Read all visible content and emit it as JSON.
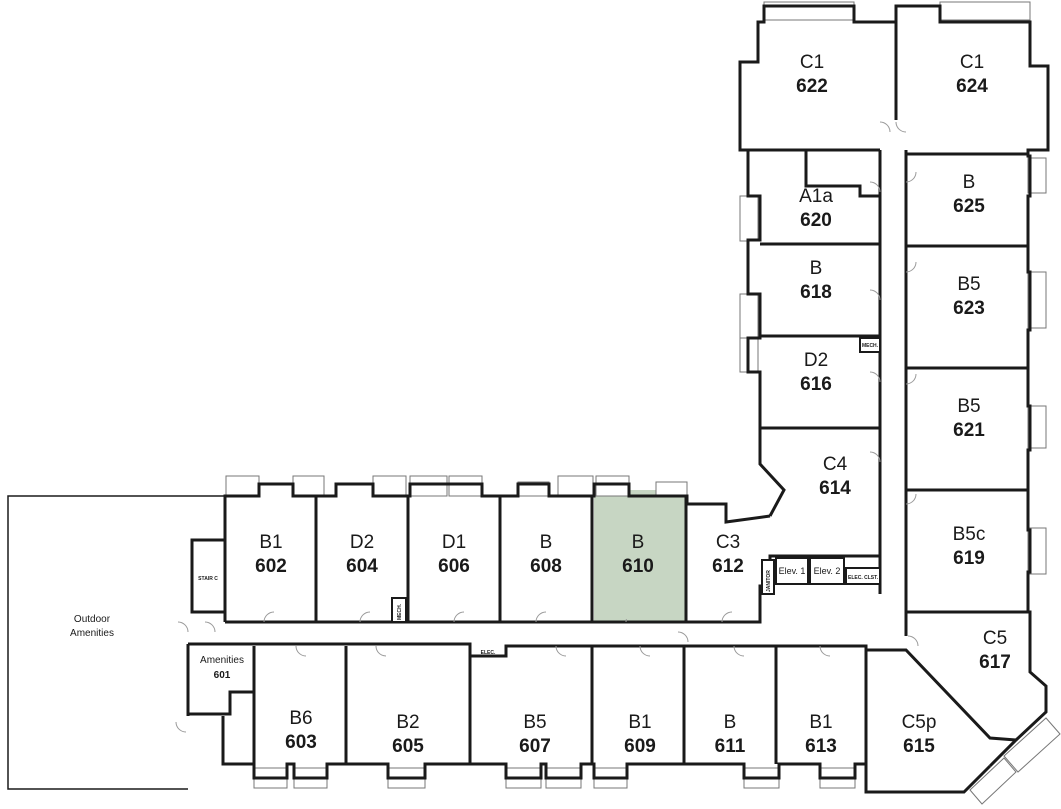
{
  "highlight_color": "#c7d6c3",
  "outdoor": {
    "label_line1": "Outdoor",
    "label_line2": "Amenities"
  },
  "amenities_room": {
    "label": "Amenities",
    "number": "601"
  },
  "utility": {
    "stair": "STAIR C",
    "mech_604": "MECH.",
    "mech_616": "MECH.",
    "elec_corridor": "ELEC.",
    "janitor": "JANITOR",
    "elev1": "Elev. 1",
    "elev2": "Elev. 2",
    "elec_closet": "ELEC. CLST."
  },
  "units": [
    {
      "number": "602",
      "type": "B1"
    },
    {
      "number": "604",
      "type": "D2"
    },
    {
      "number": "606",
      "type": "D1"
    },
    {
      "number": "608",
      "type": "B"
    },
    {
      "number": "610",
      "type": "B",
      "selected": true
    },
    {
      "number": "612",
      "type": "C3"
    },
    {
      "number": "603",
      "type": "B6"
    },
    {
      "number": "605",
      "type": "B2"
    },
    {
      "number": "607",
      "type": "B5"
    },
    {
      "number": "609",
      "type": "B1"
    },
    {
      "number": "611",
      "type": "B"
    },
    {
      "number": "613",
      "type": "B1"
    },
    {
      "number": "615",
      "type": "C5p"
    },
    {
      "number": "617",
      "type": "C5"
    },
    {
      "number": "614",
      "type": "C4"
    },
    {
      "number": "616",
      "type": "D2"
    },
    {
      "number": "618",
      "type": "B"
    },
    {
      "number": "620",
      "type": "A1a"
    },
    {
      "number": "622",
      "type": "C1"
    },
    {
      "number": "624",
      "type": "C1"
    },
    {
      "number": "625",
      "type": "B"
    },
    {
      "number": "623",
      "type": "B5"
    },
    {
      "number": "621",
      "type": "B5"
    },
    {
      "number": "619",
      "type": "B5c"
    }
  ]
}
